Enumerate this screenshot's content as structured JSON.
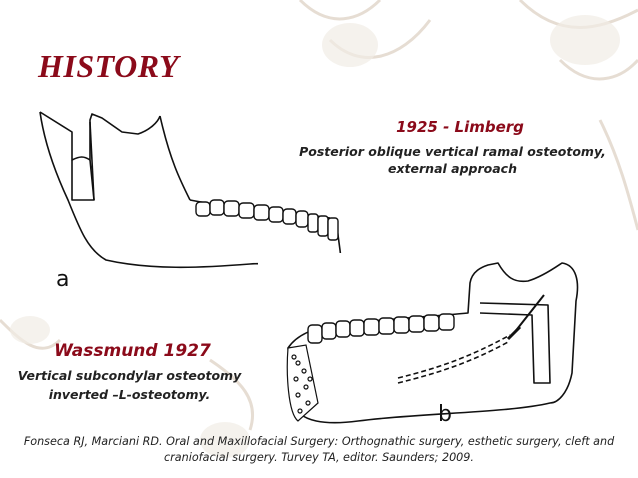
{
  "slide": {
    "title": "HISTORY",
    "accent_color": "#8b0a1a"
  },
  "figure_a": {
    "label": "a",
    "caption_head": "1925 - Limberg",
    "caption_body": "Posterior oblique vertical ramal osteotomy, external approach"
  },
  "figure_b": {
    "label": "b",
    "caption_head": "Wassmund  1927",
    "caption_line1": "Vertical subcondylar osteotomy",
    "caption_line2": "inverted –L-osteotomy."
  },
  "reference": {
    "line1": "Fonseca RJ, Marciani RD. Oral and Maxillofacial Surgery: Orthognathic surgery, esthetic surgery, cleft and",
    "line2": "craniofacial surgery. Turvey TA, editor. Saunders; 2009."
  }
}
